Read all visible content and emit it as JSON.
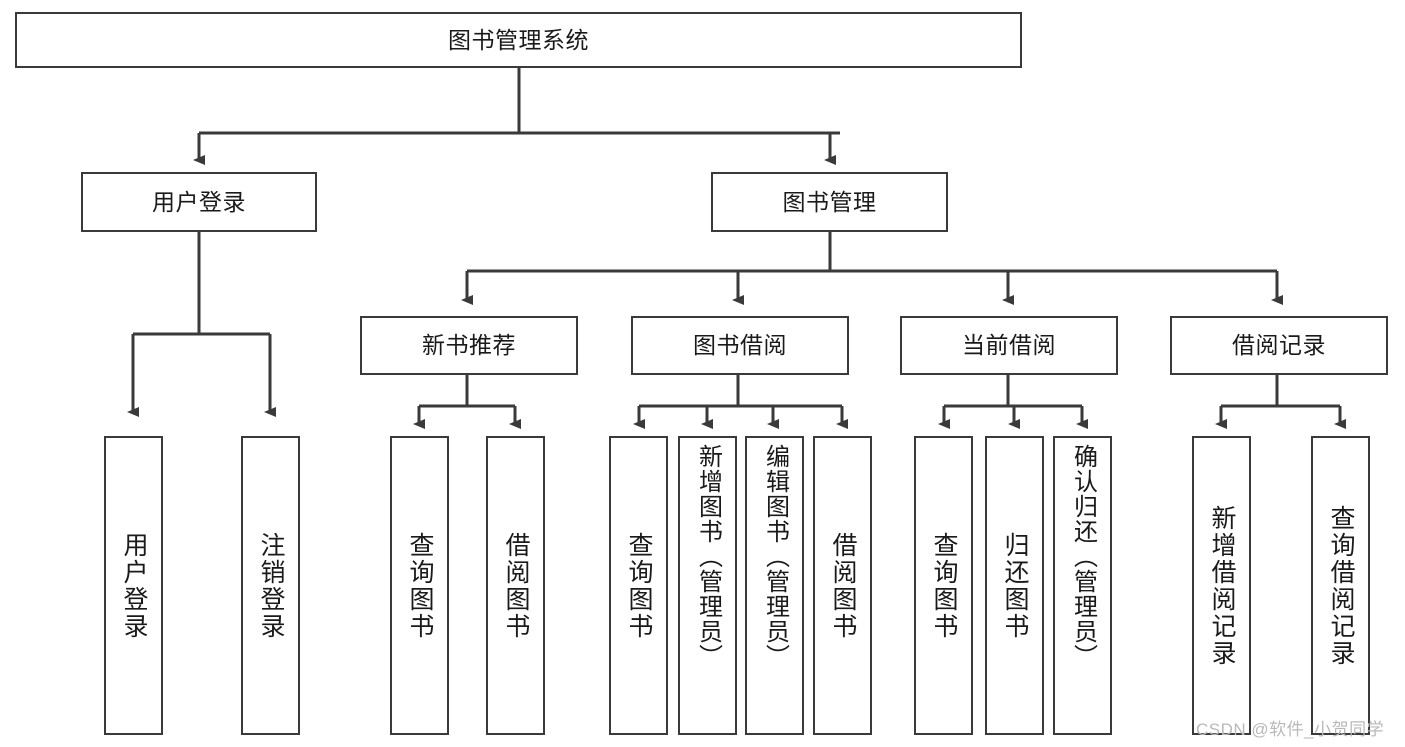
{
  "diagram": {
    "title": "图书管理系统",
    "root": {
      "label": "图书管理系统"
    },
    "level1": [
      {
        "label": "用户登录"
      },
      {
        "label": "图书管理"
      }
    ],
    "level2": [
      {
        "label": "新书推荐"
      },
      {
        "label": "图书借阅"
      },
      {
        "label": "当前借阅"
      },
      {
        "label": "借阅记录"
      }
    ],
    "leaves": {
      "user_login": [
        {
          "label": "用户登录"
        },
        {
          "label": "注销登录"
        }
      ],
      "new_books": [
        {
          "label": "查询图书"
        },
        {
          "label": "借阅图书"
        }
      ],
      "borrow_books": [
        {
          "label": "查询图书"
        },
        {
          "label": "新增图书（管理员）"
        },
        {
          "label": "编辑图书（管理员）"
        },
        {
          "label": "借阅图书"
        }
      ],
      "current_borrow": [
        {
          "label": "查询图书"
        },
        {
          "label": "归还图书"
        },
        {
          "label": "确认归还（管理员）"
        }
      ],
      "borrow_records": [
        {
          "label": "新增借阅记录"
        },
        {
          "label": "查询借阅记录"
        }
      ]
    }
  },
  "watermark": {
    "text": "CSDN @软件_小贺同学"
  },
  "colors": {
    "stroke": "#3a3a3a",
    "background": "#ffffff",
    "text": "#1a1a1a",
    "watermark": "#b9b9b9"
  }
}
